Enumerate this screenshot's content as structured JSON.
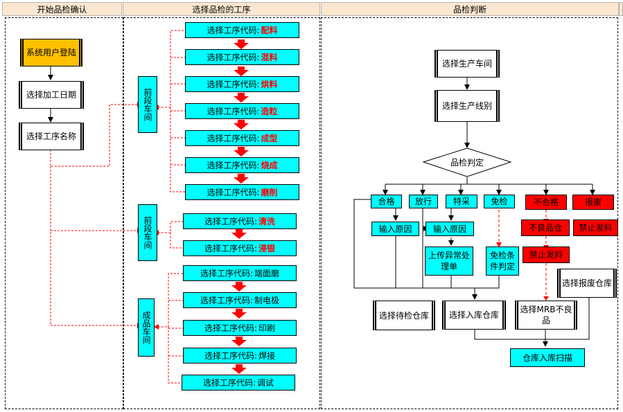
{
  "headers": {
    "col1": "开始品检确认",
    "col2": "选择品检的工序",
    "col3": "品检判断"
  },
  "left": {
    "login": "系统用户登陆",
    "date": "选择加工日期",
    "process": "选择工序名称"
  },
  "workshops": {
    "front1": "前段车间",
    "front2": "前段车间",
    "finished": "成品车间"
  },
  "step_prefix": "选择工序代码:",
  "front1_steps": [
    "配料",
    "混料",
    "烘料",
    "造粒",
    "成型",
    "烧成",
    "磨削"
  ],
  "front2_steps": [
    "清洗",
    "浸银"
  ],
  "finished_steps": [
    "端面磨",
    "制电极",
    "印刷",
    "焊接",
    "调试"
  ],
  "right": {
    "select_workshop": "选择生产车间",
    "select_line": "选择生产线别",
    "decision": "品检判定",
    "pass": "合格",
    "release": "放行",
    "concession": "特采",
    "exempt": "免检",
    "fail": "不合格",
    "scrap": "报废",
    "reason1": "输入原因",
    "reason2": "输入原因",
    "upload": "上传异常处理单",
    "exempt_cond": "免检条件判定",
    "defect_warehouse": "不良品仓",
    "forbid1": "禁止发料",
    "forbid2": "禁止发料",
    "pending_wh": "选择待检仓库",
    "in_wh": "选择入库仓库",
    "mrb_wh": "选择MRB不良品",
    "scrap_wh": "选择报废仓库",
    "scan": "仓库入库扫描"
  }
}
